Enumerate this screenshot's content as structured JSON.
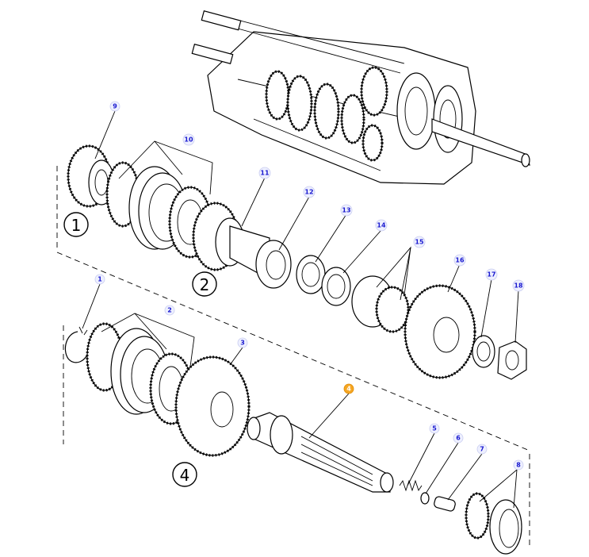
{
  "callouts": [
    {
      "label": "9"
    },
    {
      "label": "10"
    },
    {
      "label": "11"
    },
    {
      "label": "12"
    },
    {
      "label": "13"
    },
    {
      "label": "14"
    },
    {
      "label": "15"
    },
    {
      "label": "16"
    },
    {
      "label": "17"
    },
    {
      "label": "18"
    },
    {
      "label": "1"
    },
    {
      "label": "2"
    },
    {
      "label": "3"
    },
    {
      "label": "4",
      "highlight": true
    },
    {
      "label": "5"
    },
    {
      "label": "6"
    },
    {
      "label": "7"
    },
    {
      "label": "8"
    }
  ],
  "groups": [
    {
      "label": "1"
    },
    {
      "label": "2"
    },
    {
      "label": "4"
    }
  ],
  "colors": {
    "line": "#000000",
    "callout_text": "#1a1ad0",
    "callout_bg": "#eef0ff",
    "highlight": "#f5a623"
  }
}
